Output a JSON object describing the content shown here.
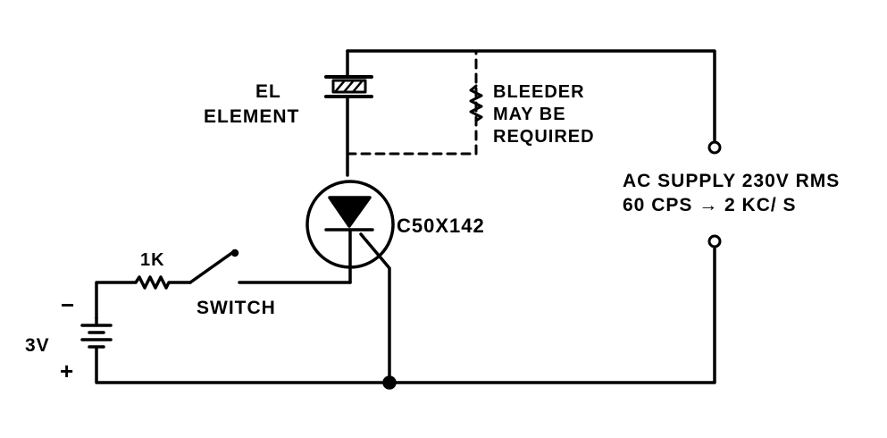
{
  "labels": {
    "el_element": [
      "EL",
      "ELEMENT"
    ],
    "bleeder": [
      "BLEEDER",
      "MAY BE",
      "REQUIRED"
    ],
    "scr_part": "C50X142",
    "supply": [
      "AC SUPPLY 230V RMS",
      "60 CPS → 2 KC/ S"
    ],
    "resistor": "1K",
    "switch": "SWITCH",
    "battery_voltage": "3V",
    "battery_minus": "−",
    "battery_plus": "+"
  }
}
